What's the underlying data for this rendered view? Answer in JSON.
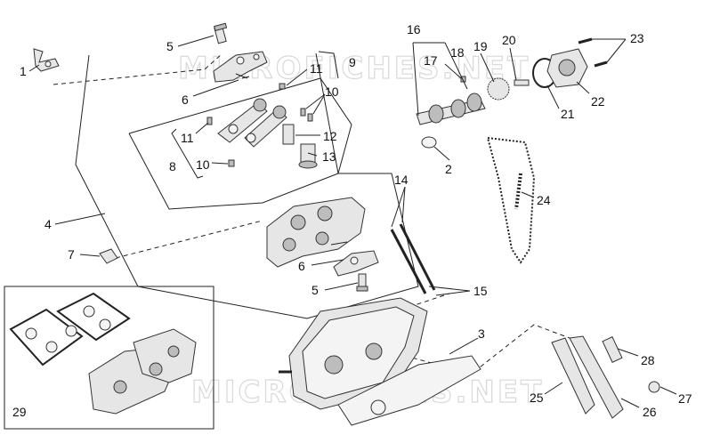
{
  "diagram": {
    "watermark_text": "MICROFICHES.NET",
    "callouts": [
      {
        "id": "c1",
        "label": "1"
      },
      {
        "id": "c5a",
        "label": "5"
      },
      {
        "id": "c6a",
        "label": "6"
      },
      {
        "id": "c9",
        "label": "9"
      },
      {
        "id": "c11a",
        "label": "11"
      },
      {
        "id": "c10a",
        "label": "10"
      },
      {
        "id": "c11b",
        "label": "11"
      },
      {
        "id": "c8",
        "label": "8"
      },
      {
        "id": "c10b",
        "label": "10"
      },
      {
        "id": "c12",
        "label": "12"
      },
      {
        "id": "c13",
        "label": "13"
      },
      {
        "id": "c4",
        "label": "4"
      },
      {
        "id": "c7",
        "label": "7"
      },
      {
        "id": "c6b",
        "label": "6"
      },
      {
        "id": "c5b",
        "label": "5"
      },
      {
        "id": "c16",
        "label": "16"
      },
      {
        "id": "c18",
        "label": "18"
      },
      {
        "id": "c17",
        "label": "17"
      },
      {
        "id": "c19",
        "label": "19"
      },
      {
        "id": "c20",
        "label": "20"
      },
      {
        "id": "c23",
        "label": "23"
      },
      {
        "id": "c22",
        "label": "22"
      },
      {
        "id": "c21",
        "label": "21"
      },
      {
        "id": "c2",
        "label": "2"
      },
      {
        "id": "c14",
        "label": "14"
      },
      {
        "id": "c24",
        "label": "24"
      },
      {
        "id": "c15",
        "label": "15"
      },
      {
        "id": "c3",
        "label": "3"
      },
      {
        "id": "c28",
        "label": "28"
      },
      {
        "id": "c25",
        "label": "25"
      },
      {
        "id": "c27",
        "label": "27"
      },
      {
        "id": "c26",
        "label": "26"
      },
      {
        "id": "c29",
        "label": "29"
      }
    ]
  }
}
